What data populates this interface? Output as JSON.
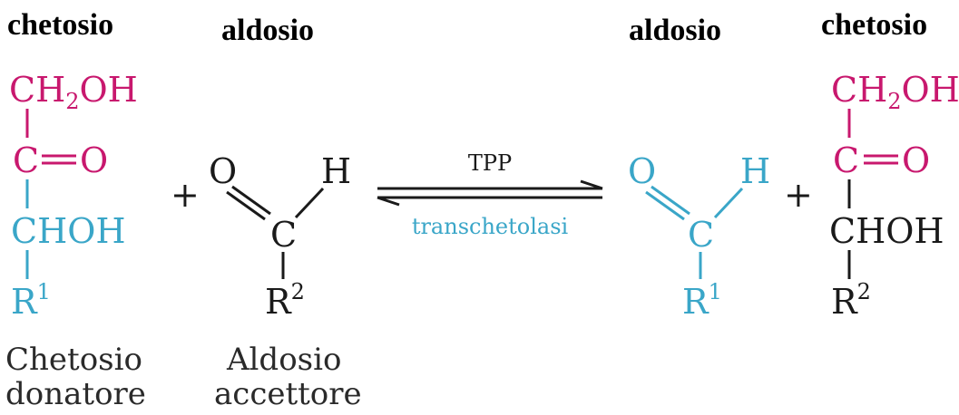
{
  "headers": {
    "left_ketose": "chetosio",
    "left_aldose": "aldosio",
    "right_aldose": "aldosio",
    "right_ketose": "chetosio"
  },
  "donor_ketose": {
    "ch2oh_main": "CH",
    "ch2oh_sub": "2",
    "ch2oh_tail": "OH",
    "carbonyl": "C",
    "carbonyl_o": "O",
    "chohn": "CHOH",
    "r_main": "R",
    "r_sup": "1"
  },
  "acceptor_aldose": {
    "o": "O",
    "h": "H",
    "c": "C",
    "r_main": "R",
    "r_sup": "2"
  },
  "product_aldose": {
    "o": "O",
    "h": "H",
    "c": "C",
    "r_main": "R",
    "r_sup": "1"
  },
  "product_ketose": {
    "ch2oh_main": "CH",
    "ch2oh_sub": "2",
    "ch2oh_tail": "OH",
    "carbonyl": "C",
    "carbonyl_o": "O",
    "chohn": "CHOH",
    "r_main": "R",
    "r_sup": "2"
  },
  "operators": {
    "plus_left": "+",
    "plus_right": "+"
  },
  "arrow": {
    "cofactor": "TPP",
    "enzyme": "transchetolasi"
  },
  "captions": {
    "donor_line1": "Chetosio",
    "donor_line2": "donatore",
    "acceptor_line1": "Aldosio",
    "acceptor_line2": "accettore"
  },
  "colors": {
    "ketone_group": "#c8186e",
    "transferred_group": "#3aa6c8",
    "default": "#1a1a1a"
  }
}
